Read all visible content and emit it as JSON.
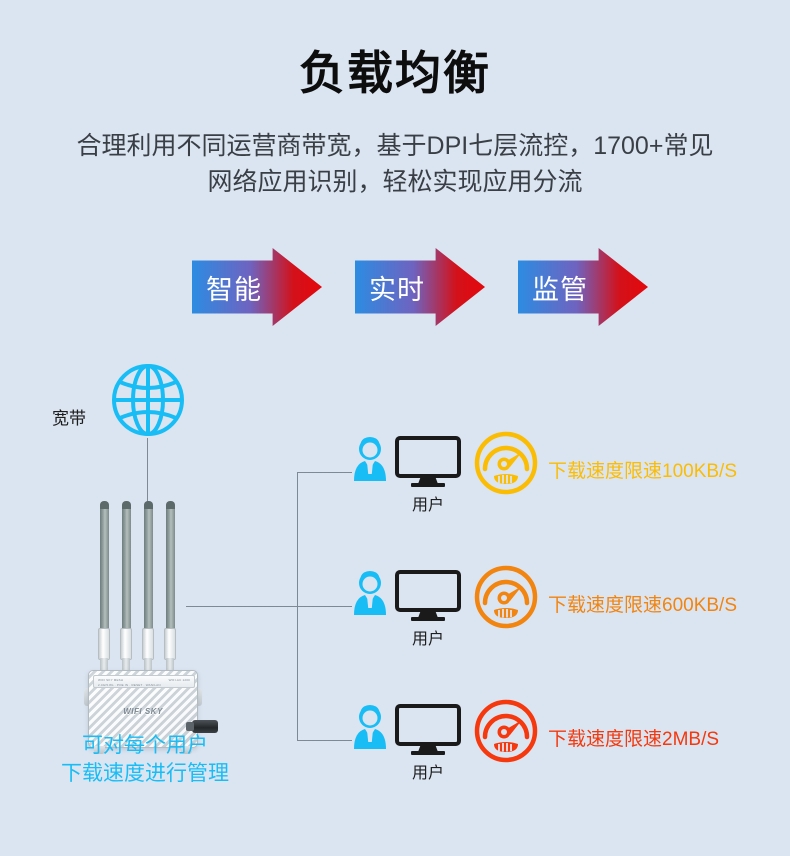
{
  "header": {
    "title": "负载均衡",
    "subtitle_line1": "合理利用不同运营商带宽，基于DPI七层流控，1700+常见",
    "subtitle_line2": "网络应用识别，轻松实现应用分流"
  },
  "arrows": [
    {
      "label": "智能"
    },
    {
      "label": "实时"
    },
    {
      "label": "监管"
    }
  ],
  "diagram": {
    "globe_label": "宽带",
    "globe_icon": "globe-icon",
    "device": {
      "brand": "WIFI SKY",
      "strip_left": "WIFI SKY MESH",
      "strip_right": "WIFI-AC 1200",
      "strip_sub": "2.4G/5.8G  ·  POE IN  ·  RESET  ·  WAN/LAN",
      "caption_line1": "可对每个用户",
      "caption_line2": "下载速度进行管理"
    },
    "users": [
      {
        "user_icon": "user-avatar-icon",
        "monitor_icon": "monitor-icon",
        "label": "用户",
        "gauge_icon": "speedometer-icon",
        "speed_text": "下载速度限速100KB/S",
        "color": "#fbbc04"
      },
      {
        "user_icon": "user-avatar-icon",
        "monitor_icon": "monitor-icon",
        "label": "用户",
        "gauge_icon": "speedometer-icon",
        "speed_text": "下载速度限速600KB/S",
        "color": "#f28410"
      },
      {
        "user_icon": "user-avatar-icon",
        "monitor_icon": "monitor-icon",
        "label": "用户",
        "gauge_icon": "speedometer-icon",
        "speed_text": "下载速度限速2MB/S",
        "color": "#f5380d"
      }
    ]
  },
  "colors": {
    "background": "#dbe5f1",
    "title": "#0d0d0d",
    "subtitle": "#3a3f45",
    "accent_cyan": "#19bdf5",
    "arrow_start": "#2c8ce2",
    "arrow_end": "#e4080c",
    "line": "#7d8994",
    "gauge_yellow": "#fbbc04",
    "gauge_orange": "#f28410",
    "gauge_red": "#f5380d"
  }
}
